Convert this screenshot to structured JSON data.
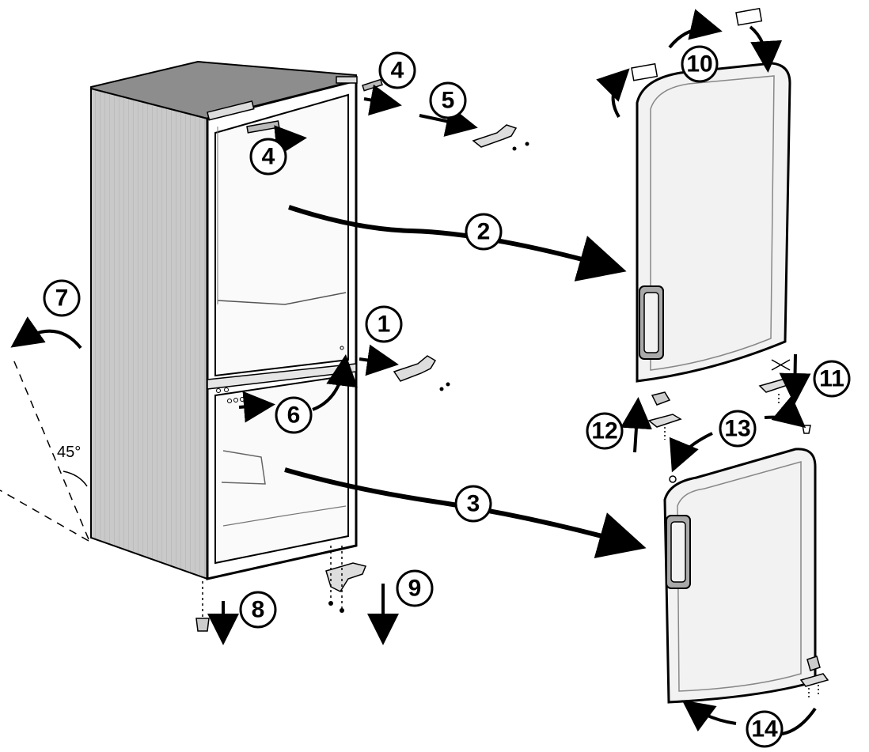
{
  "steps": {
    "s1": "1",
    "s2": "2",
    "s3": "3",
    "s4a": "4",
    "s4b": "4",
    "s5": "5",
    "s6": "6",
    "s7": "7",
    "s8": "8",
    "s9": "9",
    "s10": "10",
    "s11": "11",
    "s12": "12",
    "s13": "13",
    "s14": "14"
  },
  "angle": "45°",
  "colors": {
    "outline": "#000000",
    "cabinet_fill": "#c9c9c9",
    "cabinet_texture": "#b4b4b4",
    "door_fill": "#f2f2f2",
    "handle_fill": "#a9a9a9",
    "top_fill": "#8d8d8d"
  }
}
